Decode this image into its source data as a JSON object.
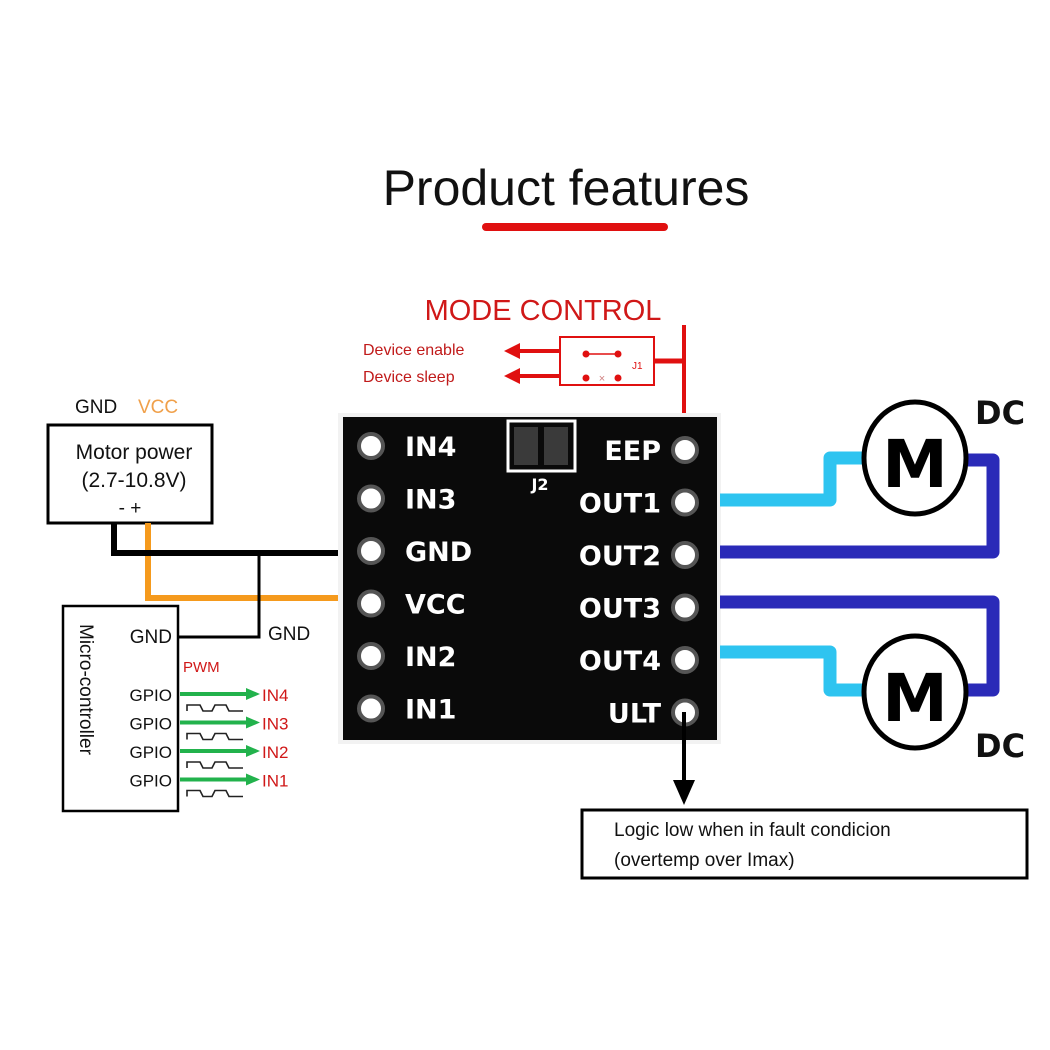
{
  "title": "Product features",
  "colors": {
    "accent_red": "#e01010",
    "vcc_orange": "#f59a1d",
    "gnd_black": "#000000",
    "pwm_green": "#22b24c",
    "wire_light_blue": "#2ec4f0",
    "wire_dark_blue": "#2a2ab8",
    "board": "#0a0a0a",
    "silkscreen": "#ffffff"
  },
  "mode_control": {
    "label": "MODE CONTROL",
    "outputs": [
      "Device enable",
      "Device sleep"
    ],
    "jumper_label": "J1"
  },
  "power_supply": {
    "label_gnd": "GND",
    "label_vcc": "VCC",
    "title": "Motor power",
    "range": "(2.7-10.8V)",
    "polarity": "- +"
  },
  "microcontroller": {
    "title": "Micro-controller",
    "gnd_pin": "GND",
    "pwm_label": "PWM",
    "gpio_pins": [
      {
        "label": "GPIO",
        "target": "IN4"
      },
      {
        "label": "GPIO",
        "target": "IN3"
      },
      {
        "label": "GPIO",
        "target": "IN2"
      },
      {
        "label": "GPIO",
        "target": "IN1"
      }
    ]
  },
  "wire_labels": {
    "gnd": "GND"
  },
  "board": {
    "jumper_label": "J2",
    "left_pins": [
      "IN4",
      "IN3",
      "GND",
      "VCC",
      "IN2",
      "IN1"
    ],
    "right_pins": [
      "EEP",
      "OUT1",
      "OUT2",
      "OUT3",
      "OUT4",
      "ULT"
    ]
  },
  "motors": [
    {
      "symbol": "M",
      "type": "DC"
    },
    {
      "symbol": "M",
      "type": "DC"
    }
  ],
  "fault_note": {
    "line1": "Logic low when in fault condicion",
    "line2": "(overtemp over Imax)"
  }
}
